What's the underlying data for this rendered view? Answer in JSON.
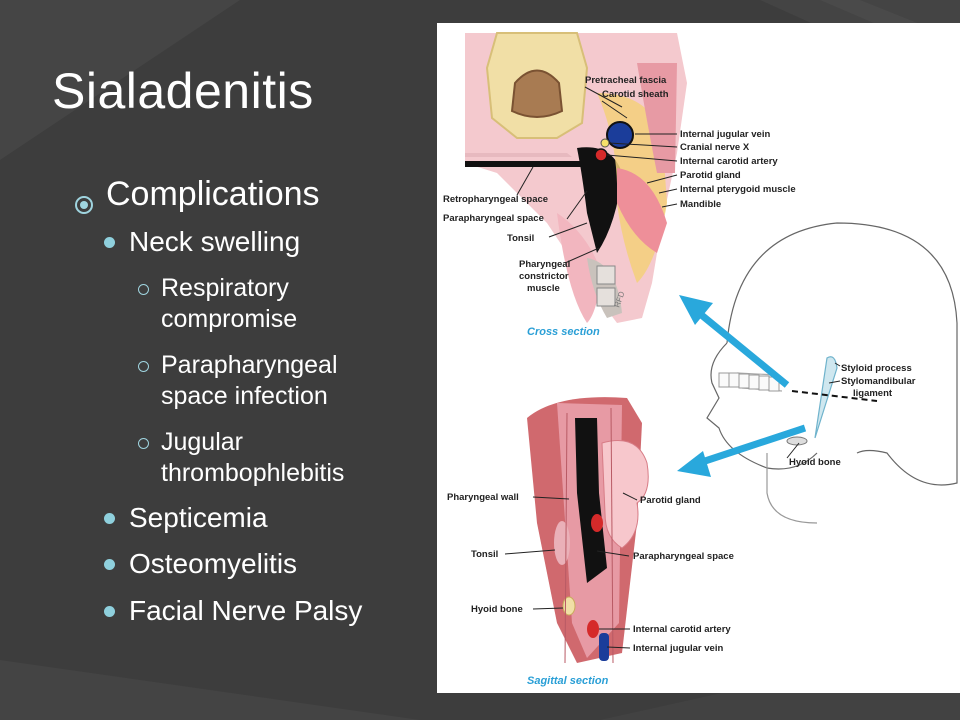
{
  "slide": {
    "title": "Sialadenitis",
    "heading": "Complications",
    "items": [
      {
        "label": "Neck swelling",
        "subitems": [
          {
            "lines": [
              "Respiratory",
              "compromise"
            ]
          },
          {
            "lines": [
              "Parapharyngeal",
              "space infection"
            ]
          },
          {
            "lines": [
              "Jugular",
              "thrombophlebitis"
            ]
          }
        ]
      },
      {
        "label": "Septicemia"
      },
      {
        "label": "Osteomyelitis"
      },
      {
        "label": "Facial Nerve Palsy"
      }
    ]
  },
  "figure": {
    "cross_section_caption": "Cross section",
    "sagittal_section_caption": "Sagittal section",
    "cross_labels": {
      "pretracheal_fascia": "Pretracheal fascia",
      "carotid_sheath": "Carotid sheath",
      "internal_jugular_vein": "Internal jugular vein",
      "cranial_nerve_x": "Cranial nerve X",
      "internal_carotid_artery": "Internal carotid artery",
      "parotid_gland": "Parotid gland",
      "internal_pterygoid_muscle": "Internal pterygoid muscle",
      "mandible": "Mandible",
      "retropharyngeal_space": "Retropharyngeal space",
      "parapharyngeal_space": "Parapharyngeal space",
      "tonsil": "Tonsil",
      "pharyngeal_constrictor_muscle": [
        "Pharyngeal",
        "constrictor",
        "muscle"
      ],
      "artist_mark": "RFD"
    },
    "skull_labels": {
      "styloid_process": "Styloid process",
      "stylomandibular_ligament": [
        "Stylomandibular",
        "ligament"
      ],
      "hyoid_bone": "Hyoid bone"
    },
    "sagittal_labels": {
      "pharyngeal_wall": "Pharyngeal wall",
      "parotid_gland": "Parotid gland",
      "tonsil": "Tonsil",
      "parapharyngeal_space": "Parapharyngeal space",
      "hyoid_bone": "Hyoid bone",
      "internal_carotid_artery": "Internal carotid artery",
      "internal_jugular_vein": "Internal jugular vein"
    }
  },
  "colors": {
    "background": "#3d3d3d",
    "text": "#ffffff",
    "bullet": "#8fd0dd",
    "arrow": "#29a8dc",
    "caption": "#2a9fd6"
  }
}
